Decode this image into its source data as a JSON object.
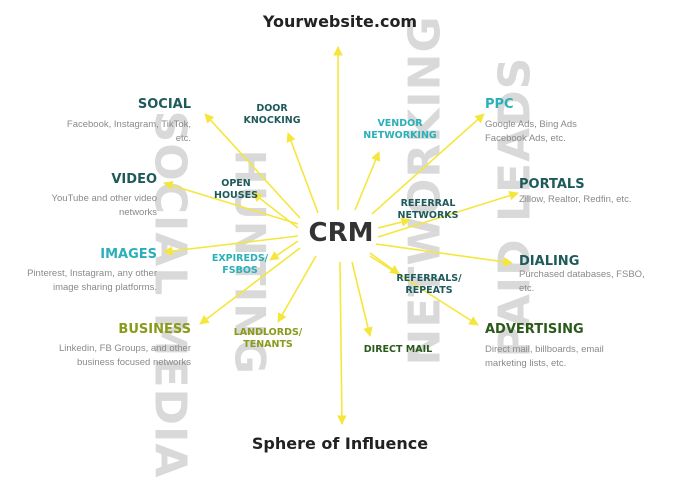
{
  "top_label": "Yourwebsite.com",
  "bottom_label": "Sphere of Influence",
  "center_label": "CRM",
  "watermarks": {
    "social_media": "SOCIAL MEDIA",
    "hunting": "HUNTING",
    "networking": "NETWORKING",
    "paid_leads": "PAID LEADS"
  },
  "left": {
    "social": {
      "title": "SOCIAL",
      "desc_lines": [
        "Facebook, Instagram, TikTok,",
        "etc."
      ]
    },
    "video": {
      "title": "VIDEO",
      "desc_lines": [
        "YouTube and other video",
        "networks"
      ]
    },
    "images": {
      "title": "IMAGES",
      "desc_lines": [
        "Pinterest, Instagram, any other",
        "image sharing platforms."
      ]
    },
    "business": {
      "title": "BUSINESS",
      "desc_lines": [
        "Linkedin, FB Groups, and other",
        "business focused networks"
      ]
    }
  },
  "inner_left": {
    "door_knocking": [
      "DOOR",
      "KNOCKING"
    ],
    "open_houses": [
      "OPEN",
      "HOUSES"
    ],
    "expireds": [
      "EXPIREDS/",
      "FSBOS"
    ],
    "landlords": [
      "LANDLORDS/",
      "TENANTS"
    ]
  },
  "inner_right": {
    "vendor_networking": [
      "VENDOR",
      "NETWORKING"
    ],
    "referral_networks": [
      "REFERRAL",
      "NETWORKS"
    ],
    "referrals_repeats": [
      "REFERRALS/",
      "REPEATS"
    ],
    "direct_mail": [
      "DIRECT MAIL"
    ]
  },
  "right": {
    "ppc": {
      "title": "PPC",
      "desc_lines": [
        "Google Ads, Bing Ads",
        "Facebook Ads, etc."
      ]
    },
    "portals": {
      "title": "PORTALS",
      "desc_lines": [
        "Zillow, Realtor, Redfin, etc."
      ]
    },
    "dialing": {
      "title": "DIALING",
      "desc_lines": [
        "Purchased databases, FSBO,",
        "etc."
      ]
    },
    "advertising": {
      "title": "ADVERTISING",
      "desc_lines": [
        "Direct mail, billboards, email",
        "marketing lists, etc."
      ]
    }
  },
  "colors": {
    "arrow": "#f5e63c",
    "dark_teal": "#1e5a5a",
    "light_teal": "#2ab0b8",
    "olive": "#8a9a1a",
    "green_dark": "#2a5a1a",
    "watermark": "#d9d9d9",
    "desc": "#8a8a8a"
  }
}
